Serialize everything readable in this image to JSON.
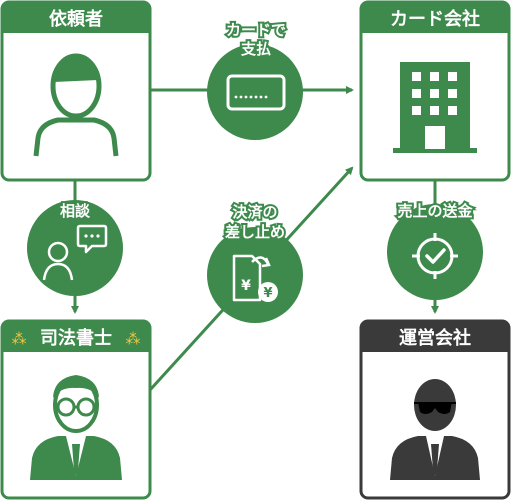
{
  "colors": {
    "green": "#3d8a4c",
    "dark": "#3a3a3a",
    "white": "#ffffff",
    "sparkle": "#f4c542"
  },
  "boxes": {
    "client": {
      "title": "依頼者",
      "icon": "person-icon"
    },
    "card_company": {
      "title": "カード会社",
      "icon": "office-building-icon"
    },
    "judicial_scrivener": {
      "title": "司法書士",
      "icon": "lawyer-with-glasses-icon",
      "sparkle": "⁂"
    },
    "operating_company": {
      "title": "運営会社",
      "icon": "man-in-sunglasses-icon"
    }
  },
  "steps": {
    "card_payment": {
      "label_line1": "カードで",
      "label_line2": "支払",
      "icon": "credit-card-icon"
    },
    "consultation": {
      "label": "相談",
      "icon": "chat-bubble-icon"
    },
    "stop_payment": {
      "label_line1": "決済の",
      "label_line2": "差し止め",
      "icon": "yen-document-icon",
      "yen_symbol": "¥"
    },
    "sales_remittance": {
      "label": "売上の送金",
      "icon": "target-check-icon"
    }
  }
}
